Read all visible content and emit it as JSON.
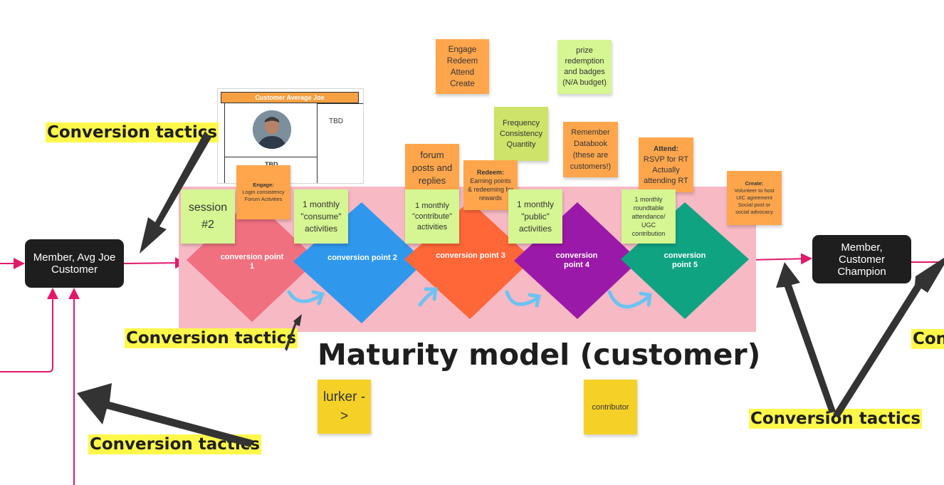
{
  "diagram_title": "Maturity model (customer)",
  "boxes": {
    "left_label": "Member, Avg Joe Customer",
    "right_label": "Member, Customer Champion"
  },
  "conversion_points": [
    {
      "label": "conversion point 1",
      "color": "#f07080"
    },
    {
      "label": "conversion point 2",
      "color": "#2f98ed"
    },
    {
      "label": "conversion point 3",
      "color": "#ff6638"
    },
    {
      "label": "conversion point 4",
      "color": "#9b19a8"
    },
    {
      "label": "conversion point 5",
      "color": "#0fa382"
    }
  ],
  "highlights": {
    "tactics_1": "Conversion tactics",
    "tactics_2": "Conversion tactics",
    "tactics_3": "Conversion tactics",
    "tactics_4": "Conversion tactics",
    "tactics_edge": "Con"
  },
  "stickies": {
    "engage_redeem": "Engage Redeem Attend Create",
    "prize": "prize redemption and badges (N/A budget)",
    "frequency": "Frequency Consistency Quantity",
    "remember": "Remember Databook (these are customers!)",
    "attend_title": "Attend:",
    "attend_body": "RSVP for RT Actually attending RT",
    "forum": "forum posts and replies",
    "redeem_title": "Redeem:",
    "redeem_body": "Earning points & redeeming for rewards",
    "engage_title": "Engage:",
    "engage_body": "Login consistency Forum Activities",
    "create_title": "Create:",
    "create_body": "Volunteer to host UIC agreement Social post or social advocacy",
    "session": "session #2",
    "consume": "1 monthly \"consume\" activities",
    "contribute": "1 monthly \"contribute\" activities",
    "public": "1 monthly \"public\" activities",
    "roundtable": "1 monthly roundtable attendance/ UGC contribution",
    "lurker": "lurker ->",
    "contributor": "contributor"
  },
  "persona_card": {
    "header": "Customer Average Joe",
    "tbd_right": "TBD",
    "tbd_bottom": "TBD"
  },
  "colors": {
    "band": "#f7b9c4",
    "connector": "#e0196b",
    "dark_box": "#1e1e1e",
    "highlight": "#fff84a",
    "swoosh": "#6cc3f2"
  }
}
